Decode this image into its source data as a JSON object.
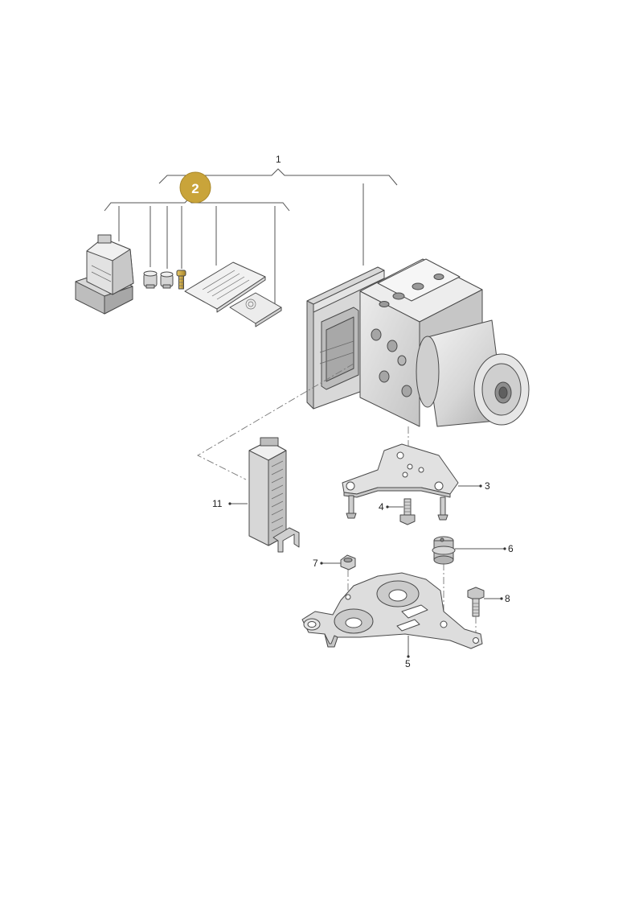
{
  "callouts": {
    "c1": "1",
    "c2": "2",
    "c3": "3",
    "c4": "4",
    "c5": "5",
    "c6": "6",
    "c7": "7",
    "c8": "8",
    "c11": "11"
  },
  "colors": {
    "highlight_badge": "#c9a43a",
    "part_light": "#e9e9e9",
    "part_mid": "#cfcfcf",
    "part_dark": "#a9a9a9",
    "outline": "#4a4a4a",
    "brass": "#c9a43a"
  }
}
